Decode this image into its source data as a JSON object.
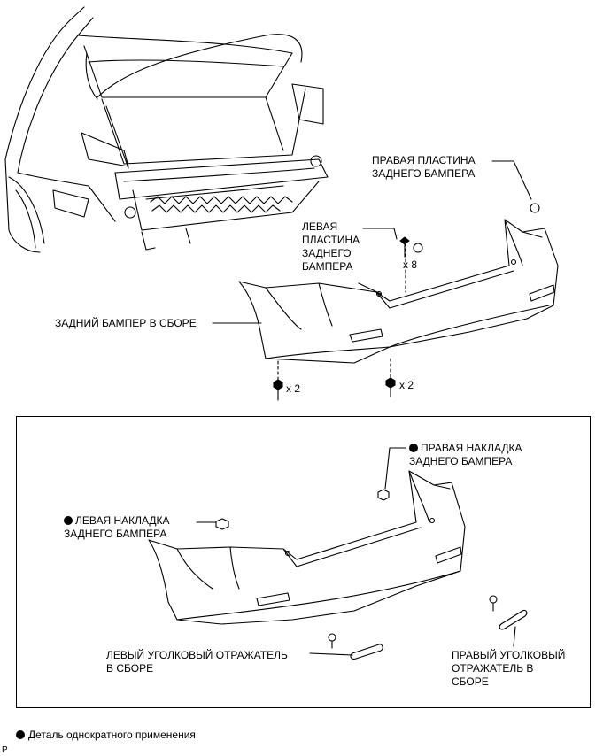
{
  "top": {
    "right_plate": "ПРАВАЯ ПЛАСТИНА\nЗАДНЕГО БАМПЕРА",
    "left_plate": "ЛЕВАЯ\nПЛАСТИНА\nЗАДНЕГО\nБАМПЕРА",
    "qty_clips": "x 8",
    "bumper_assy": "ЗАДНИЙ БАМПЕР В СБОРЕ",
    "qty_left_screws": "x 2",
    "qty_right_screws": "x 2"
  },
  "inset": {
    "right_cover": "ПРАВАЯ НАКЛАДКА\nЗАДНЕГО БАМПЕРА",
    "left_cover": "ЛЕВАЯ НАКЛАДКА\nЗАДНЕГО БАМПЕРА",
    "left_reflector": "ЛЕВЫЙ УГОЛКОВЫЙ ОТРАЖАТЕЛЬ\nВ СБОРЕ",
    "right_reflector": "ПРАВЫЙ УГОЛКОВЫЙ\nОТРАЖАТЕЛЬ В\nСБОРЕ"
  },
  "legend": {
    "text": "Деталь однократного применения"
  },
  "code": "P"
}
